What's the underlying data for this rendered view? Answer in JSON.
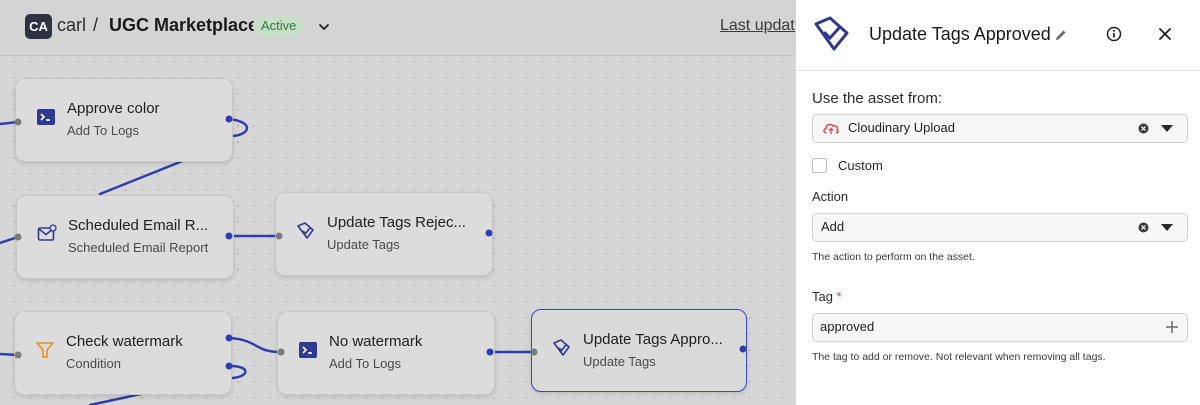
{
  "header": {
    "avatar_initials": "CA",
    "org": "carl",
    "separator": "/",
    "project": "UGC Marketplace",
    "status_badge": "Active",
    "last_updated_text": "Last update"
  },
  "nodes": [
    {
      "title": "Approve color",
      "subtitle": "Add To Logs",
      "icon": "terminal-icon"
    },
    {
      "title": "Scheduled Email R...",
      "subtitle": "Scheduled Email Report",
      "icon": "email-schedule-icon"
    },
    {
      "title": "Update Tags Rejec...",
      "subtitle": "Update Tags",
      "icon": "tag-icon"
    },
    {
      "title": "Check watermark",
      "subtitle": "Condition",
      "icon": "filter-icon"
    },
    {
      "title": "No watermark",
      "subtitle": "Add To Logs",
      "icon": "terminal-icon"
    },
    {
      "title": "Update Tags Appro...",
      "subtitle": "Update Tags",
      "icon": "tag-icon",
      "selected": true
    }
  ],
  "panel": {
    "title": "Update Tags Approved",
    "source_label": "Use the asset from:",
    "source_value": "Cloudinary Upload",
    "custom_label": "Custom",
    "custom_checked": false,
    "action_label": "Action",
    "action_value": "Add",
    "action_help": "The action to perform on the asset.",
    "tag_label": "Tag",
    "tag_required_marker": "*",
    "tag_value": "approved",
    "tag_help": "The tag to add or remove. Not relevant when removing all tags."
  },
  "colors": {
    "edge": "#2f3db0",
    "accent_icon": "#2f3a8f",
    "cloud_icon": "#e0484a",
    "filter_icon": "#e59b2a",
    "badge_text": "#2f7d3c"
  }
}
